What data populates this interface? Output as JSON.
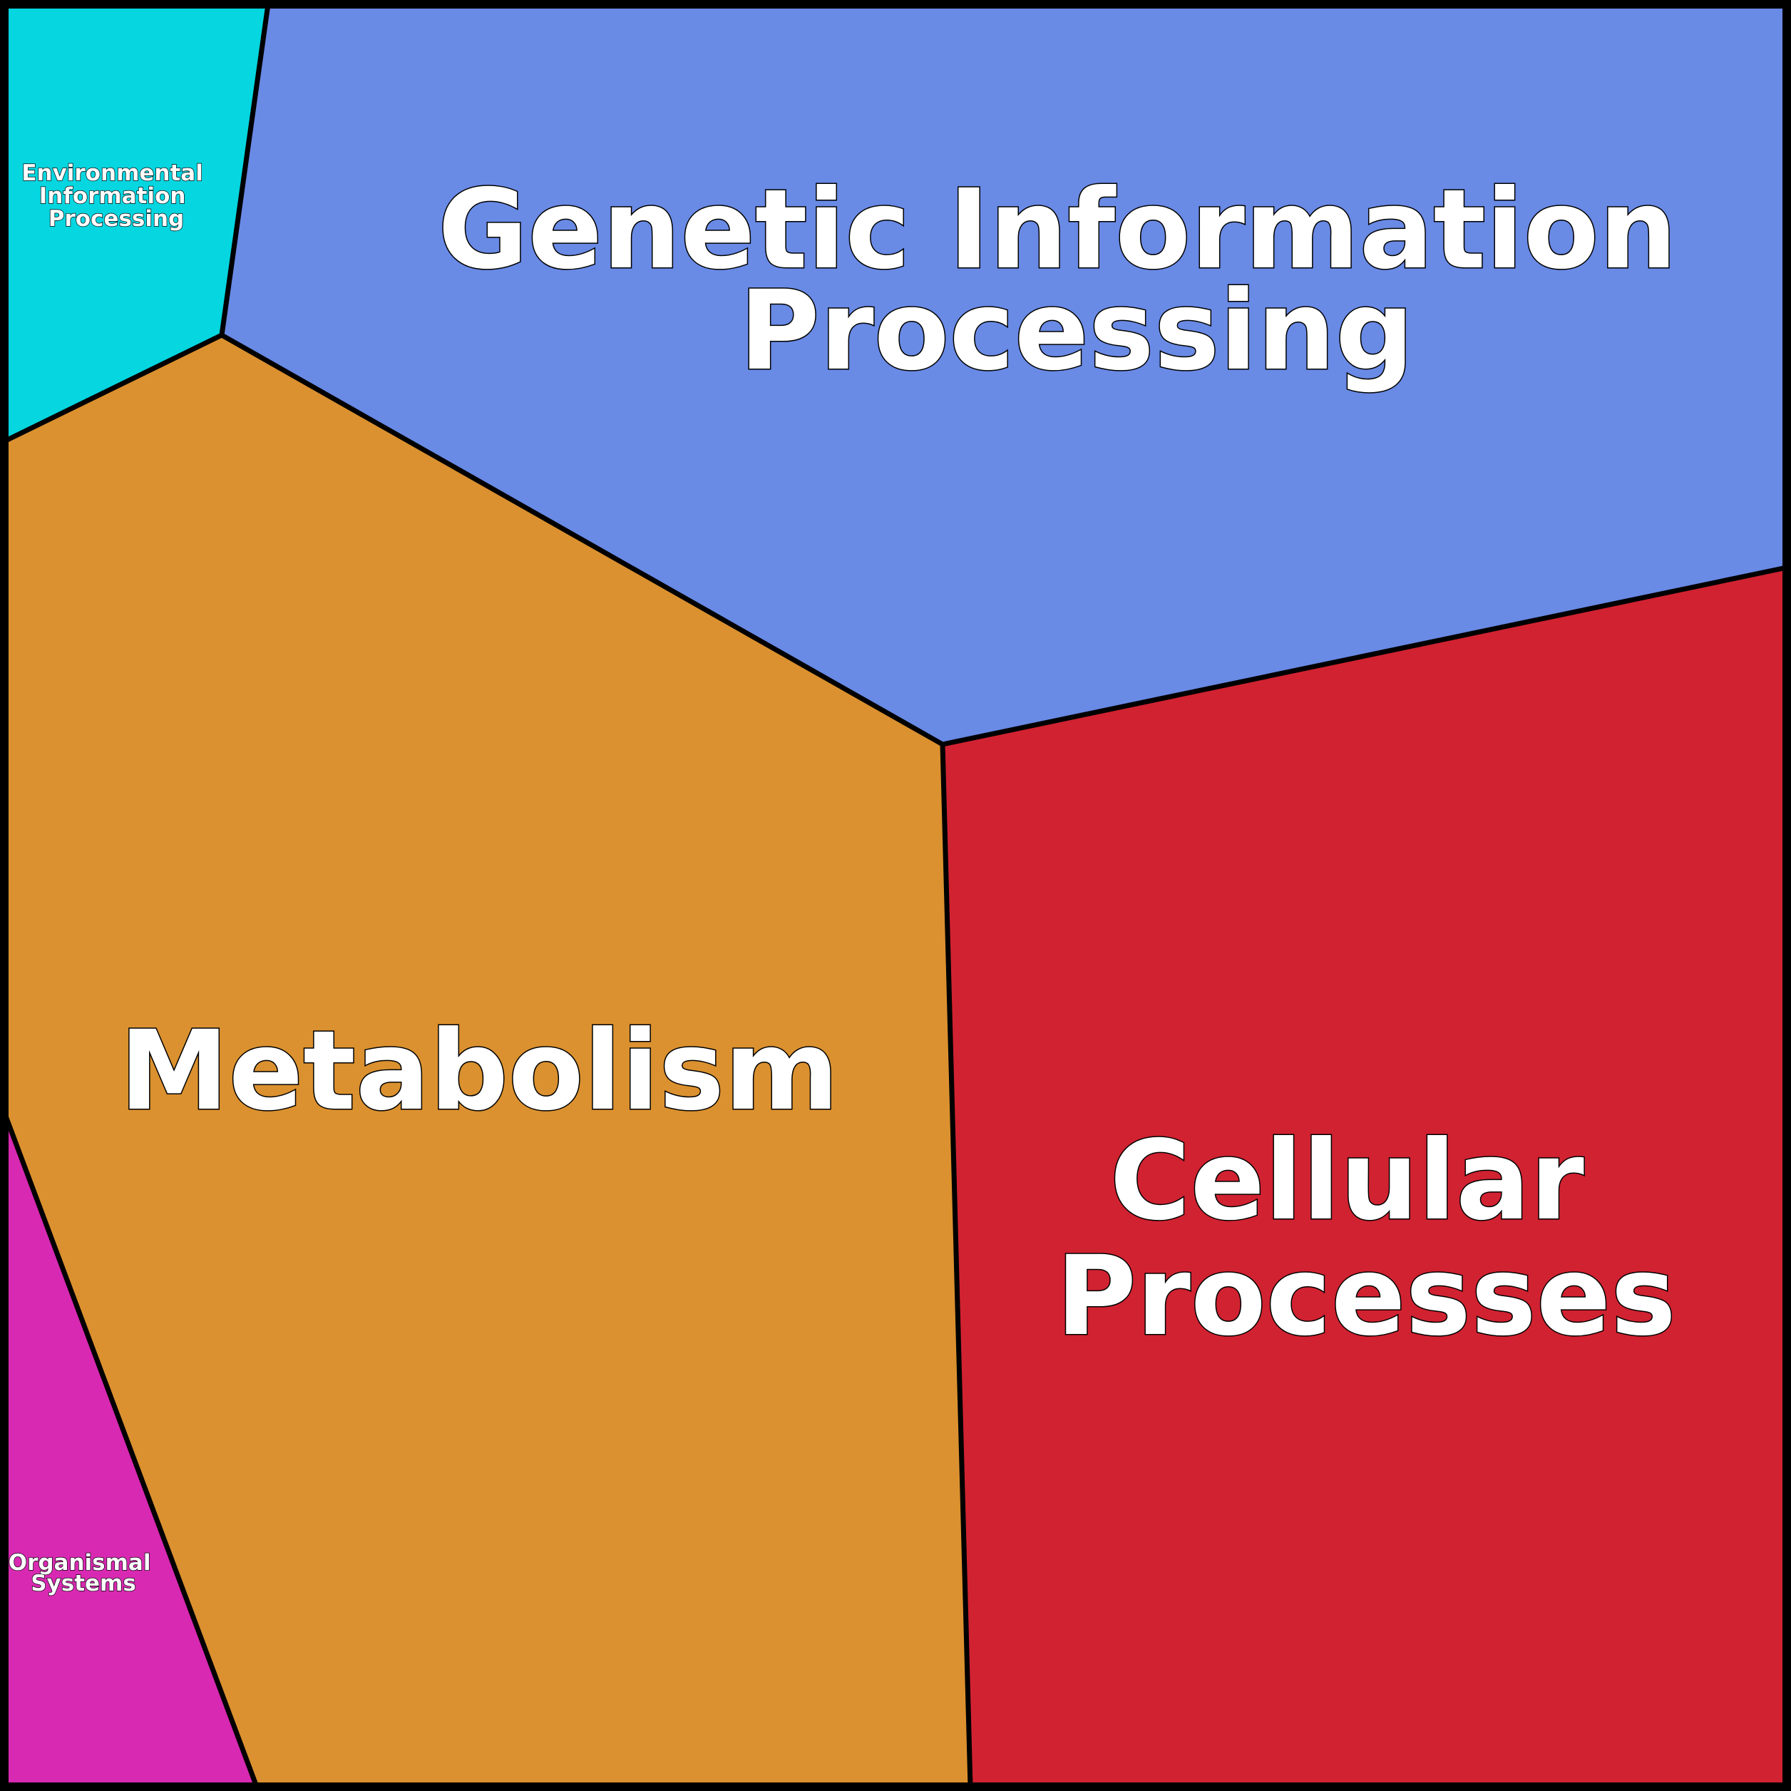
{
  "colors": {
    "metabolism": "#DB912F",
    "genetic_information_processing": "#698AE5",
    "cellular_processes": "#D12231",
    "environmental_information_processing": "#05D6E0",
    "organismal_systems": "#D829B2",
    "border": "#000000",
    "label_text": "#FFFFFF"
  },
  "cells": {
    "environmental_information_processing": {
      "lines": [
        "Environmental",
        "Information",
        "Processing"
      ]
    },
    "genetic_information_processing": {
      "lines": [
        "Genetic Information",
        "Processing"
      ]
    },
    "metabolism": {
      "lines": [
        "Metabolism"
      ]
    },
    "cellular_processes": {
      "lines": [
        "Cellular",
        "Processes"
      ]
    },
    "organismal_systems": {
      "lines": [
        "Organismal",
        "Systems"
      ]
    }
  }
}
